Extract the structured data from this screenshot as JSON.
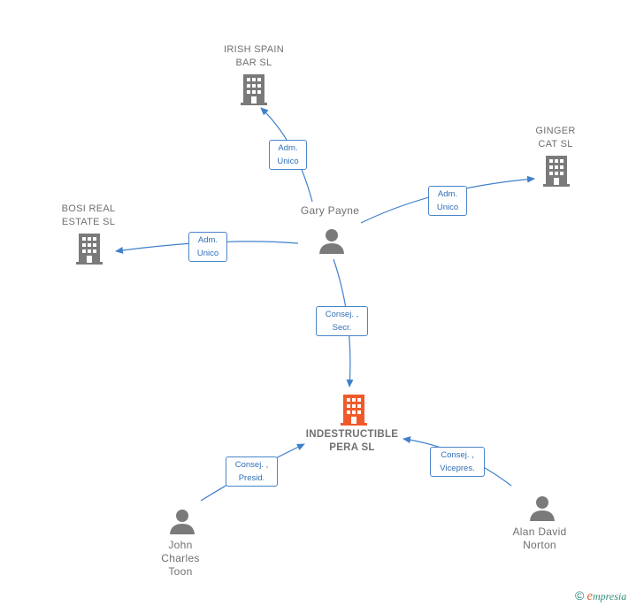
{
  "colors": {
    "building": "#7a7a7a",
    "building_focus": "#f05a2a",
    "person": "#7a7a7a",
    "edge": "#3f80cc",
    "edge_label_text": "#2f6fb8"
  },
  "nodes": {
    "irish_spain": {
      "label": "IRISH SPAIN\nBAR SL",
      "icon": "building-icon"
    },
    "ginger_cat": {
      "label": "GINGER\nCAT SL",
      "icon": "building-icon"
    },
    "bosi_real": {
      "label": "BOSI REAL\nESTATE  SL",
      "icon": "building-icon"
    },
    "indestructible": {
      "label": "INDESTRUCTIBLE\nPERA  SL",
      "icon": "building-icon"
    },
    "gary_payne": {
      "label": "Gary Payne",
      "icon": "person-icon"
    },
    "john_toon": {
      "label": "John\nCharles\nToon",
      "icon": "person-icon"
    },
    "alan_norton": {
      "label": "Alan David\nNorton",
      "icon": "person-icon"
    }
  },
  "edges": {
    "gary_irish": {
      "line1": "Adm.",
      "line2": "Unico"
    },
    "gary_ginger": {
      "line1": "Adm.",
      "line2": "Unico"
    },
    "gary_bosi": {
      "line1": "Adm.",
      "line2": "Unico"
    },
    "gary_indes": {
      "line1": "Consej. ,",
      "line2": "Secr."
    },
    "john_indes": {
      "line1": "Consej. ,",
      "line2": "Presid."
    },
    "alan_indes": {
      "line1": "Consej. ,",
      "line2": "Vicepres."
    }
  },
  "footer": {
    "copyright": "©",
    "brand_initial": "e",
    "brand_rest": "mpresia"
  }
}
